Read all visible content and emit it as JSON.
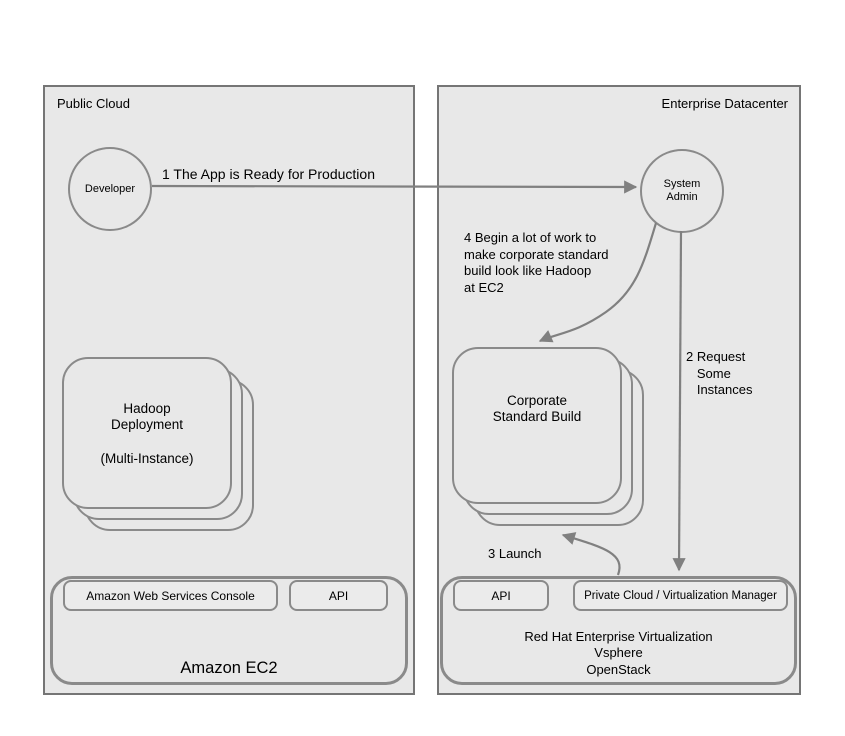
{
  "panels": {
    "public_cloud": {
      "title": "Public Cloud"
    },
    "enterprise_dc": {
      "title": "Enterprise Datacenter"
    }
  },
  "actors": {
    "developer": {
      "label": "Developer"
    },
    "system_admin": {
      "label": "System\nAdmin"
    }
  },
  "nodes": {
    "hadoop": {
      "title": "Hadoop\nDeployment",
      "subtitle": "(Multi-Instance)"
    },
    "corporate": {
      "title": "Corporate\nStandard Build"
    }
  },
  "aws": {
    "console_button": "Amazon Web Services Console",
    "api_button": "API",
    "label": "Amazon EC2"
  },
  "private_cloud": {
    "api_button": "API",
    "manager_button": "Private Cloud / Virtualization Manager",
    "label": "Red Hat Enterprise Virtualization\nVsphere\nOpenStack"
  },
  "flows": {
    "step1": "1 The App is Ready for Production",
    "step2": "2 Request\n   Some\n   Instances",
    "step3": "3 Launch",
    "step4": "4 Begin a lot of work to\nmake corporate standard\nbuild look like Hadoop\nat EC2"
  },
  "colors": {
    "panel_fill": "#e8e8e8",
    "shape_border": "#8a8a8a",
    "panel_border": "#757575",
    "arrow": "#808080",
    "text": "#000000",
    "background": "#ffffff"
  }
}
